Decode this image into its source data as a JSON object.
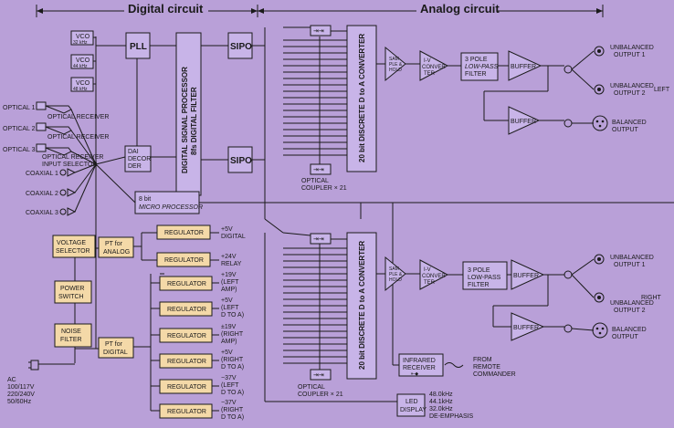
{
  "headers": {
    "digital": "Digital circuit",
    "analog": "Analog circuit"
  },
  "blocks": {
    "vco1": "VCO",
    "vco1_sub": "32 kHz",
    "vco2": "VCO",
    "vco2_sub": "44 kHz",
    "vco3": "VCO",
    "vco3_sub": "48 kHz",
    "pll": "PLL",
    "dsp1": "DIGITAL SIGNAL PROCESSOR",
    "dsp2": "8fs DIGITAL FILTER",
    "sipo_top": "SIPO",
    "sipo_bot": "SIPO",
    "dai1": "DAI",
    "dai2": "DECOR",
    "dai3": "DER",
    "micro1": "8 bit",
    "micro2": "MICRO PROCESSOR",
    "dac_top": "20 bit DISCRETE D to A CONVERTER",
    "dac_bot": "20 bit DISCRETE D to A CONVERTER",
    "sh1": "SAM",
    "sh2": "PLE &",
    "sh3": "HOLD",
    "iv1": "I-V",
    "iv2": "CONVER",
    "iv3": "TER",
    "lpf1": "3 POLE",
    "lpf2": "LOW-PASS",
    "lpf3": "FILTER",
    "buffer": "BUFFER",
    "voltage1": "VOLTAGE",
    "voltage2": "SELECTOR",
    "power1": "POWER",
    "power2": "SWITCH",
    "noise1": "NOISE",
    "noise2": "FILTER",
    "pta1": "PT for",
    "pta2": "ANALOG",
    "ptd1": "PT for",
    "ptd2": "DIGITAL",
    "regulator": "REGULATOR",
    "ir1": "INFRARED",
    "ir2": "RECEIVER",
    "led1": "LED",
    "led2": "DISPLAY"
  },
  "inputs": {
    "optical1": "OPTICAL 1",
    "optical2": "OPTICAL 2",
    "optical3": "OPTICAL 3",
    "optical_receiver": "OPTICAL RECEIVER",
    "input_selector": "INPUT SELECTOR",
    "coaxial1": "COAXIAL 1",
    "coaxial2": "COAXIAL 2",
    "coaxial3": "COAXIAL 3"
  },
  "coupler": {
    "label1": "OPTICAL",
    "label2": "COUPLER × 21"
  },
  "outputs": {
    "unbal1a": "UNBALANCED",
    "unbal1b": "OUTPUT 1",
    "unbal2a": "UNBALANCED",
    "unbal2b": "OUTPUT 2",
    "bal1": "BALANCED",
    "bal2": "OUTPUT",
    "left": "LEFT",
    "right": "RIGHT"
  },
  "rails": {
    "r1a": "+5V",
    "r1b": "DIGITAL",
    "r2a": "+24V",
    "r2b": "RELAY",
    "r3a": "+19V",
    "r3b": "(LEFT",
    "r3c": "AMP)",
    "r4a": "+5V",
    "r4b": "(LEFT",
    "r4c": "D TO A)",
    "r5a": "±19V",
    "r5b": "(RIGHT",
    "r5c": "AMP)",
    "r6a": "+5V",
    "r6b": "(RIGHT",
    "r6c": "D TO A)",
    "r7a": "−37V",
    "r7b": "(LEFT",
    "r7c": "D TO A)",
    "r8a": "−37V",
    "r8b": "(RIGHT",
    "r8c": "D TO A)"
  },
  "ac": {
    "l1": "AC",
    "l2": "100/117V",
    "l3": "220/240V",
    "l4": "50/60Hz"
  },
  "remote": {
    "l1": "FROM",
    "l2": "REMOTE",
    "l3": "COMMANDER"
  },
  "display": {
    "l1": "48.0kHz",
    "l2": "44.1kHz",
    "l3": "32.0kHz",
    "l4": "DE-EMPHASIS"
  }
}
